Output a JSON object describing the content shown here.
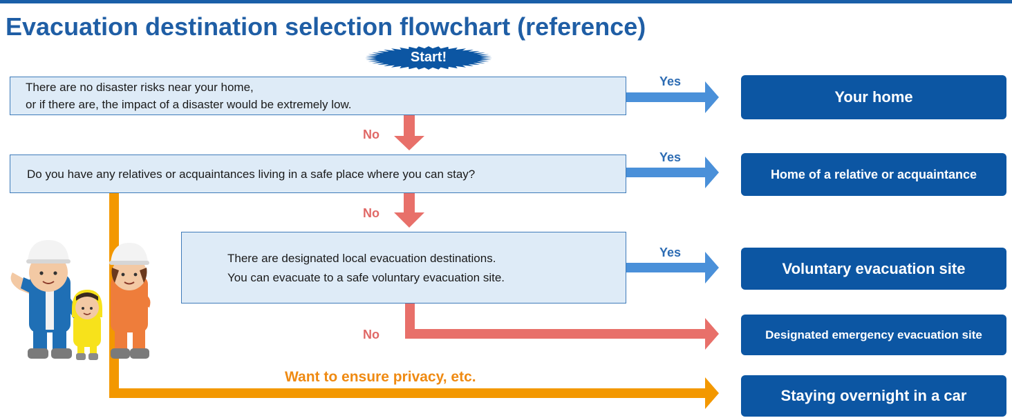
{
  "title": "Evacuation destination selection flowchart (reference)",
  "start_label": "Start!",
  "questions": [
    {
      "lines": [
        "There are no disaster risks near your home,",
        "or if there are, the impact of a disaster would be extremely low."
      ]
    },
    {
      "lines": [
        "Do you have any relatives or acquaintances living in a safe place where you can stay?"
      ]
    },
    {
      "lines": [
        "There are designated local evacuation destinations.",
        "You can evacuate to a safe voluntary evacuation site."
      ]
    }
  ],
  "answers": {
    "yes": "Yes",
    "no": "No"
  },
  "privacy_label": "Want to ensure privacy, etc.",
  "destinations": [
    {
      "label": "Your home"
    },
    {
      "label": "Home of a relative or acquaintance"
    },
    {
      "label": "Voluntary evacuation site"
    },
    {
      "label": "Designated emergency evacuation site"
    },
    {
      "label": "Staying overnight in a car"
    }
  ],
  "colors": {
    "blue_arrow": "#4a90d9",
    "red_arrow": "#e8706a",
    "orange_arrow": "#f39800",
    "dest_fill": "#0c56a3",
    "box_fill": "#deebf7"
  }
}
